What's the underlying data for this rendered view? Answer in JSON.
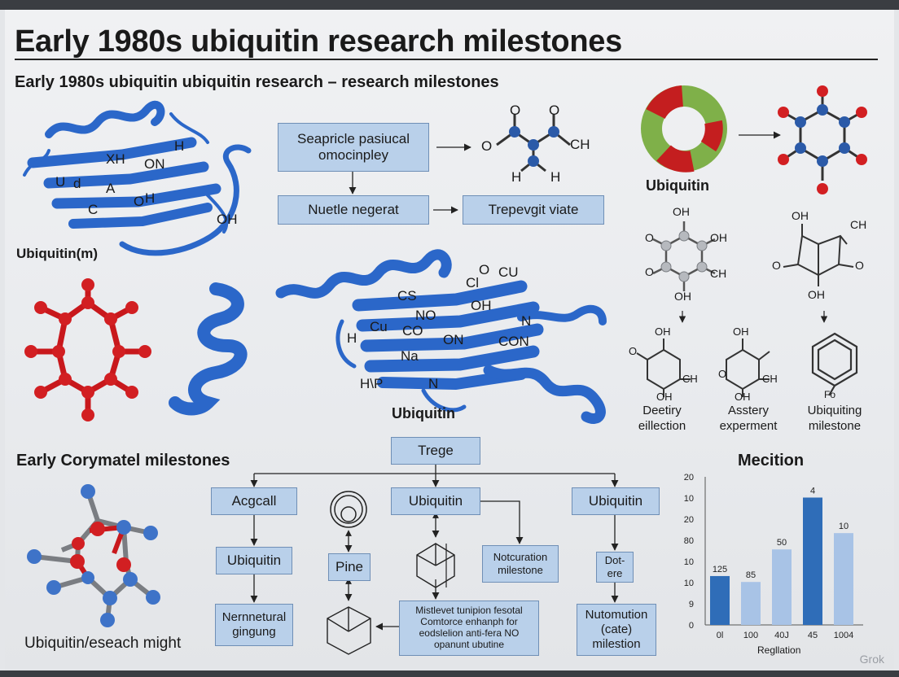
{
  "header": {
    "title": "Early 1980s ubiquitin research milestones",
    "subtitle": "Early 1980s ubiquitin  ubiquitin research – research milestones"
  },
  "top_left": {
    "protein_caption": "Ubiquitin(m)",
    "atoms": [
      "XH",
      "H",
      "ON",
      "U",
      "d",
      "A",
      "O",
      "H",
      "C",
      "OH"
    ]
  },
  "top_center": {
    "box1": "Seapricle pasiucal\nomocinpley",
    "box2": "Nuetle negerat",
    "box3": "Trepevgit viate",
    "mol_labels": [
      "O",
      "O",
      "O",
      "CH",
      "H",
      "H"
    ]
  },
  "center": {
    "caption": "Ubiquitin",
    "atoms": [
      "O",
      "CU",
      "CS",
      "Cl",
      "NO",
      "OH",
      "Cu",
      "CO",
      "ON",
      "CON",
      "N",
      "H",
      "Na",
      "H\\P",
      "N"
    ]
  },
  "top_right": {
    "caption": "Ubiquitin",
    "mol_a_labels": [
      "OH",
      "O",
      "OH",
      "O",
      "CH",
      "OH"
    ],
    "mol_b_labels": [
      "OH",
      "CH",
      "O",
      "O",
      "OH"
    ],
    "mol_c_labels": [
      "OH",
      "O",
      "CH",
      "OH"
    ],
    "mol_d_labels": [
      "OH",
      "O",
      "CH",
      "OH"
    ],
    "mol_e_labels": [
      "Fo"
    ],
    "caption_c": "Deetiry\neillection",
    "caption_d": "Asstery\nexperment",
    "caption_e": "Ubiquiting\nmilestone"
  },
  "bottom_left": {
    "heading": "Early Corymatel milestones",
    "caption": "Ubiquitin/eseach might"
  },
  "flow": {
    "top": "Trege",
    "col1": [
      "Acgcall",
      "Ubiquitin",
      "Nernnetural\ngingung"
    ],
    "col2": [
      "Pine"
    ],
    "col3": [
      "Ubiquitin",
      "Notcuration\nmilestone",
      "Mistlevet tunipion fesotal\nComtorce enhanph for\neodslelion anti-fera NO\nopanunt ubutine"
    ],
    "col4": [
      "Ubiquitin",
      "Dot-\nere",
      "Nutomution\n(cate)\nmilestion"
    ]
  },
  "chart_data": {
    "type": "bar",
    "title": "Mecition",
    "xlabel": "Regllation",
    "ylabel": "",
    "yticks": [
      "20",
      "10",
      "20",
      "80",
      "10",
      "10",
      "9",
      "0"
    ],
    "categories": [
      "0l",
      "100",
      "40J",
      "45",
      "1004"
    ],
    "values": [
      125,
      85,
      50,
      4,
      10
    ],
    "value_labels": [
      "125",
      "85",
      "50",
      "4",
      "10"
    ],
    "bar_heights_pct": [
      0.33,
      0.29,
      0.51,
      0.86,
      0.62
    ],
    "bar_colors": [
      "#2f6db8",
      "#a8c3e6",
      "#a8c3e6",
      "#2f6db8",
      "#a8c3e6"
    ]
  },
  "watermark": "Grok"
}
